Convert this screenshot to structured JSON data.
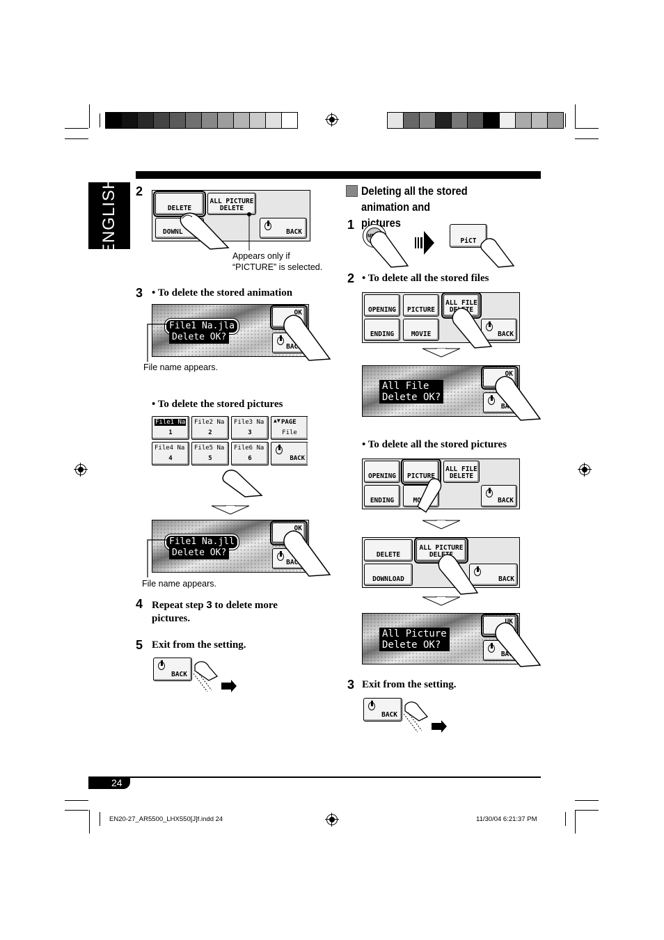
{
  "sidebar_tab": "ENGLISH",
  "page_number": "24",
  "footer": {
    "file": "EN20-27_AR5500_LHX550[J]f.indd   24",
    "timestamp": "11/30/04   6:21:37 PM"
  },
  "left": {
    "step2": {
      "num": "2",
      "buttons": {
        "delete": "DELETE",
        "all_picture": "ALL PICTURE",
        "all_picture2": "DELETE",
        "download": "DOWNL",
        "back": "BACK"
      },
      "note1": "Appears only if",
      "note2": "“PICTURE” is selected."
    },
    "step3": {
      "num": "3",
      "anim_label": "To delete the stored animation",
      "lcd1": "File1 Na.jla",
      "lcd2": "Delete OK?",
      "ok": "OK",
      "back": "BACK",
      "file_note": "File name appears.",
      "pics_label": "To delete the stored pictures",
      "grid": [
        {
          "name": "File1 Na",
          "num": "1"
        },
        {
          "name": "File2 Na",
          "num": "2"
        },
        {
          "name": "File3 Na",
          "num": "3"
        },
        {
          "name": "PAGE",
          "num": "File"
        },
        {
          "name": "File4 Na",
          "num": "4"
        },
        {
          "name": "File5 Na",
          "num": "5"
        },
        {
          "name": "File6 Na",
          "num": "6"
        },
        {
          "name": "",
          "num": "BACK"
        }
      ],
      "lcd3": "File1 Na.jll",
      "lcd4": "Delete OK?",
      "file_note2": "File name appears."
    },
    "step4": {
      "num": "4",
      "text1": "Repeat step ",
      "text_bold": "3",
      "text2": " to delete more",
      "text3": "pictures."
    },
    "step5": {
      "num": "5",
      "text": "Exit from the setting.",
      "back": "BACK"
    }
  },
  "right": {
    "heading_line1": "Deleting all the stored animation and",
    "heading_line2": "pictures",
    "step1": {
      "num": "1",
      "menu": "MENU",
      "pict": "PiCT"
    },
    "step2": {
      "num": "2",
      "files_label": "To delete all the stored files",
      "buttons": {
        "opening": "OPENING",
        "picture": "PICTURE",
        "all_file": "ALL FILE",
        "all_file2": "DELETE",
        "ending": "ENDING",
        "movie": "MOVIE",
        "movie_partial": "MOVI",
        "back": "BACK"
      },
      "lcd_files1": "All File",
      "lcd_files2": "Delete OK?",
      "ok": "OK",
      "back_partial": "BAC",
      "pics_label": "To delete all the stored pictures",
      "del_buttons": {
        "delete": "DELETE",
        "all_picture": "ALL PICTURE",
        "all_picture2": "DELETE",
        "download": "DOWNLOAD",
        "back": "BACK"
      },
      "lcd_pics1": "All Picture",
      "lcd_pics2": "Delete OK?",
      "ok2": "UK"
    },
    "step3": {
      "num": "3",
      "text": "Exit from the setting.",
      "back": "BACK"
    }
  },
  "colors": {
    "bar_dark": "#000000",
    "panel": "#e6e6e6",
    "accent_gray": "#888888"
  }
}
